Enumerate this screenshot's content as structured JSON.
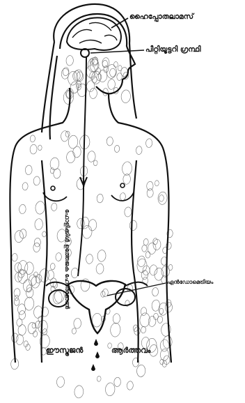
{
  "labels": {
    "hypothalamus": "ഹൈപ്പോതലാമസ്",
    "pituitary": "പീറ്റിയൂട്ടറി ഗ്രന്ഥി",
    "fsh_lh": "ഫോളിക്കിൾ ഉത്തേജക ഹോർമോൺ",
    "endometrium": "എൻഡോമെട്രിയം",
    "estrogen": "ഈസ്ട്രജൻ",
    "menstruation": "ആർത്തവം"
  },
  "colors": {
    "ink": "#111111",
    "background": "#ffffff",
    "scribble": "#6f6f6f"
  }
}
